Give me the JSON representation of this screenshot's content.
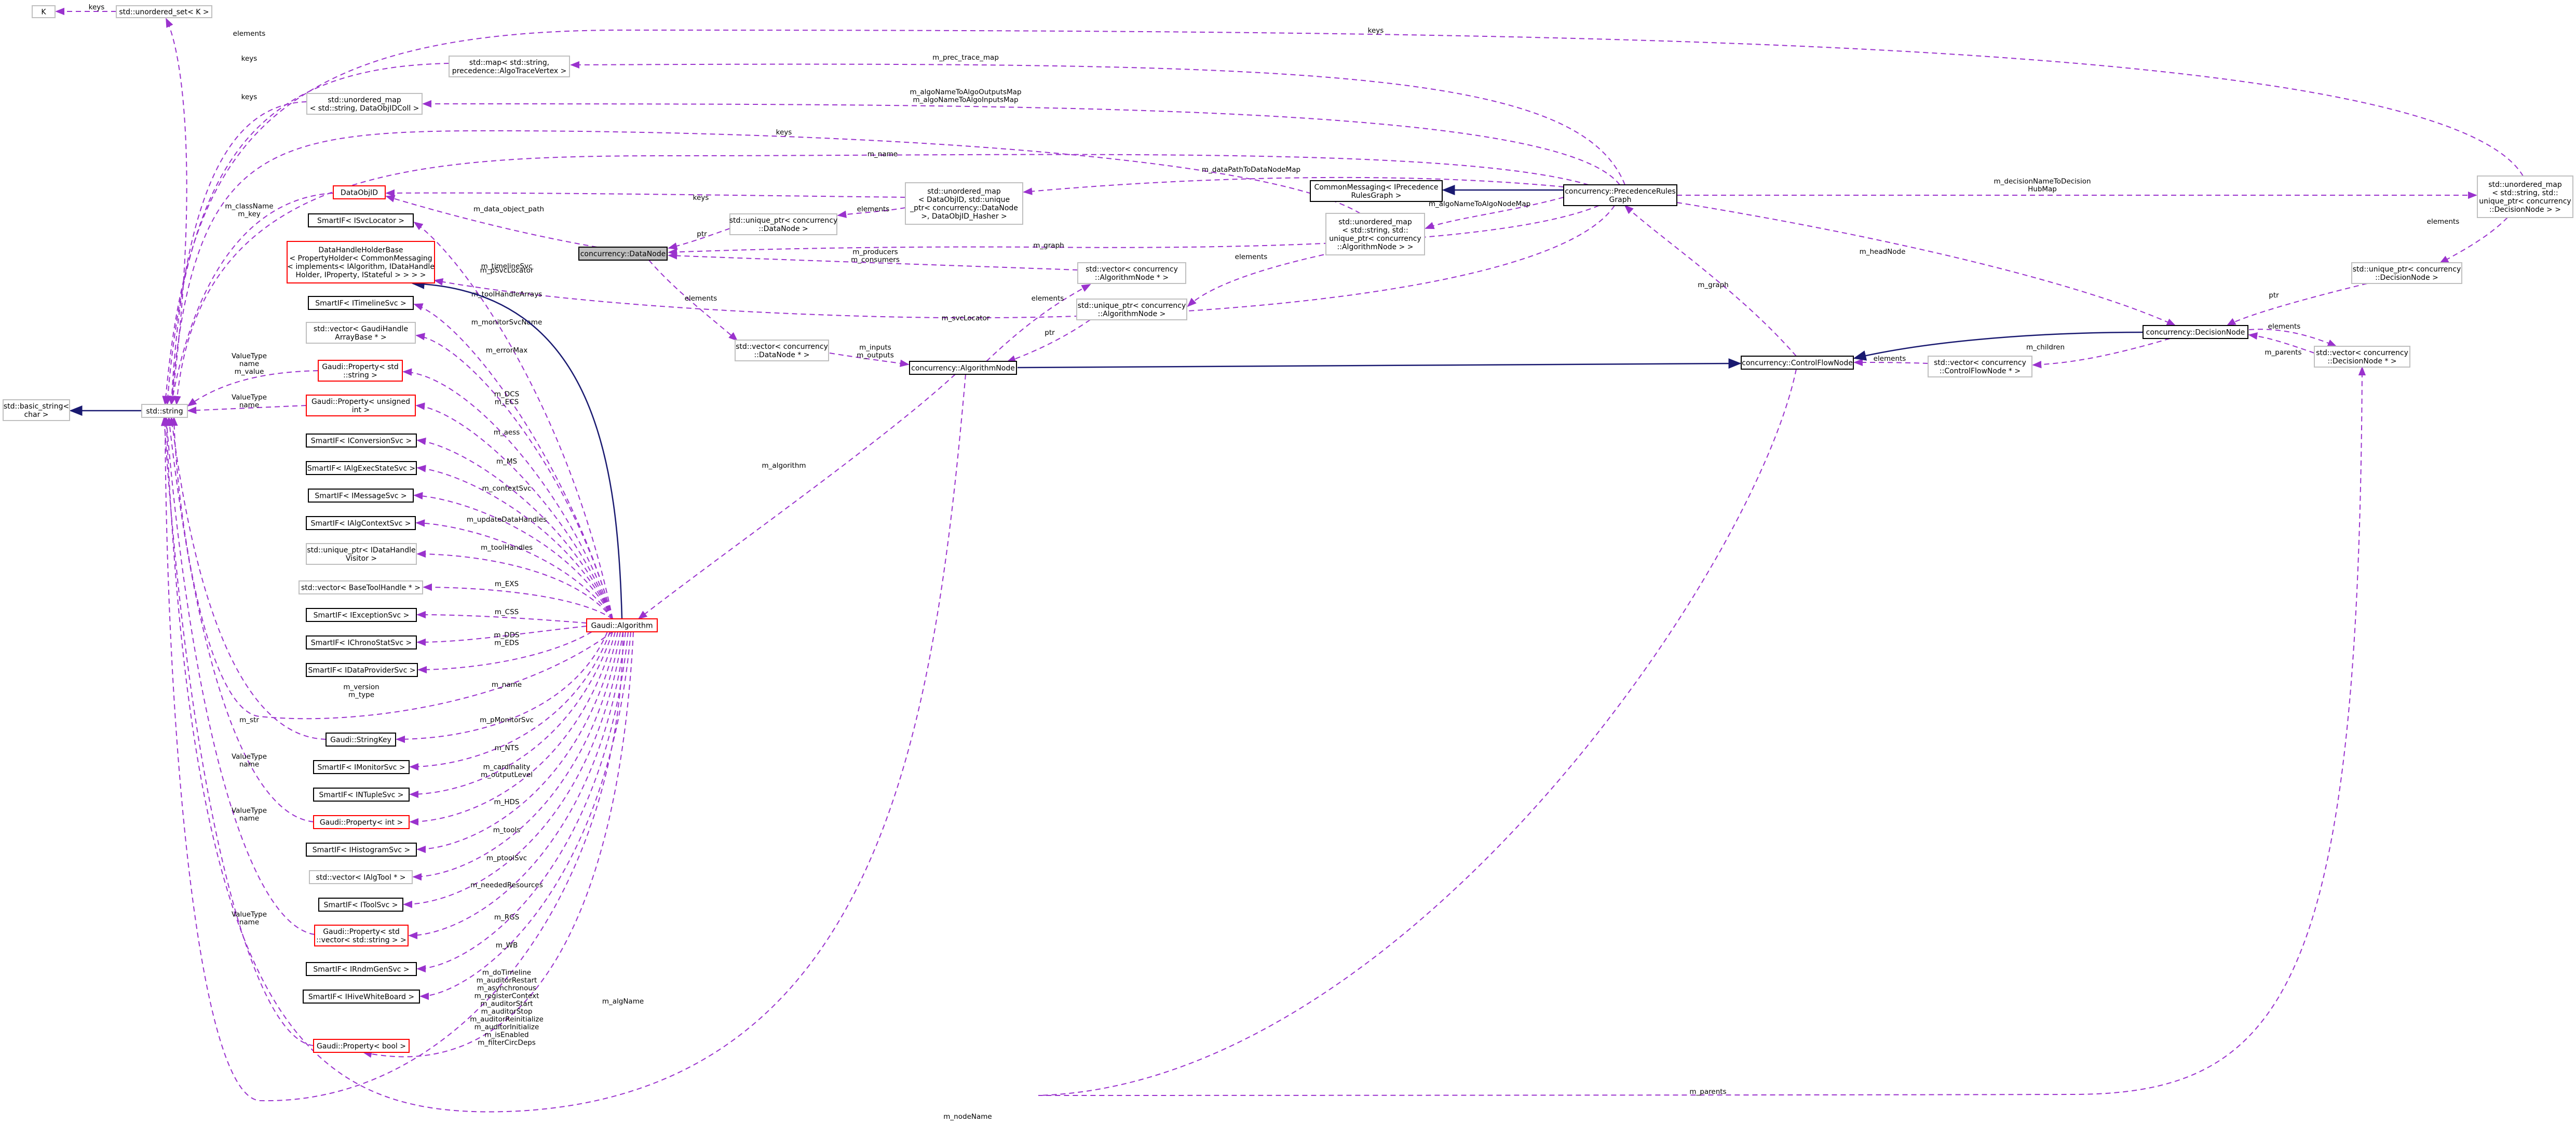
{
  "diagram": {
    "colors": {
      "usage_edge": "#9a32cd",
      "inheritance_edge": "#191970",
      "node_border_black": "#000000",
      "node_border_gray": "#bfbfbf",
      "node_border_red": "#ff0000",
      "focus_fill": "#bfbfbf"
    },
    "nodes": {
      "K": [
        "K"
      ],
      "unordered_set": [
        "std::unordered_set< K >"
      ],
      "map_precedence": [
        "std::map< std::string,",
        "precedence::AlgoTraceVertex >"
      ],
      "unordered_map_dataobj": [
        "std::unordered_map",
        "< std::string, DataObjIDColl >"
      ],
      "dataobjid": [
        "DataObjID"
      ],
      "smartif_isvclocator": [
        "SmartIF< ISvcLocator >"
      ],
      "datahandle_holder": [
        "DataHandleHolderBase",
        "< PropertyHolder< CommonMessaging",
        "< implements< IAlgorithm, IDataHandle",
        "Holder, IProperty, IStateful > > > >"
      ],
      "smartif_itimelinesvc": [
        "SmartIF< ITimelineSvc >"
      ],
      "vector_gaudihandle": [
        "std::vector< GaudiHandle",
        "ArrayBase * >"
      ],
      "property_string": [
        "Gaudi::Property< std",
        "::string >"
      ],
      "property_unsigned": [
        "Gaudi::Property< unsigned",
        "int >"
      ],
      "basic_string": [
        "std::basic_string<",
        "char >"
      ],
      "std_string": [
        "std::string"
      ],
      "smartif_iconversion": [
        "SmartIF< IConversionSvc >"
      ],
      "smartif_ialgexec": [
        "SmartIF< IAlgExecStateSvc >"
      ],
      "smartif_imessage": [
        "SmartIF< IMessageSvc >"
      ],
      "smartif_ialgcontext": [
        "SmartIF< IAlgContextSvc >"
      ],
      "unique_ptr_idatahandle": [
        "std::unique_ptr< IDataHandle",
        "Visitor >"
      ],
      "vector_basetoolhandle": [
        "std::vector< BaseToolHandle * >"
      ],
      "smartif_iexception": [
        "SmartIF< IExceptionSvc >"
      ],
      "smartif_ichrono": [
        "SmartIF< IChronoStatSvc >"
      ],
      "smartif_idataprovider": [
        "SmartIF< IDataProviderSvc >"
      ],
      "gaudi_stringkey": [
        "Gaudi::StringKey"
      ],
      "smartif_imonitor": [
        "SmartIF< IMonitorSvc >"
      ],
      "smartif_intuple": [
        "SmartIF< INTupleSvc >"
      ],
      "property_int": [
        "Gaudi::Property< int >"
      ],
      "smartif_ihistogram": [
        "SmartIF< IHistogramSvc >"
      ],
      "vector_ialgtool": [
        "std::vector< IAlgTool * >"
      ],
      "smartif_itoolsvc": [
        "SmartIF< IToolSvc >"
      ],
      "property_vector_string": [
        "Gaudi::Property< std",
        "::vector< std::string > >"
      ],
      "smartif_irndmgen": [
        "SmartIF< IRndmGenSvc >"
      ],
      "smartif_ihivewhiteboard": [
        "SmartIF< IHiveWhiteBoard >"
      ],
      "property_bool": [
        "Gaudi::Property< bool >"
      ],
      "gaudi_algorithm": [
        "Gaudi::Algorithm"
      ],
      "datanode": [
        "concurrency::DataNode"
      ],
      "unique_ptr_datanode": [
        "std::unique_ptr< concurrency",
        "::DataNode >"
      ],
      "unordered_map_dataobjid": [
        "std::unordered_map",
        "< DataObjID, std::unique",
        "_ptr< concurrency::DataNode",
        ">, DataObjID_Hasher >"
      ],
      "vector_datanode_ptr": [
        "std::vector< concurrency",
        "::DataNode * >"
      ],
      "vector_algorithmnode_ptr": [
        "std::vector< concurrency",
        "::AlgorithmNode * >"
      ],
      "unique_ptr_algorithmnode": [
        "std::unique_ptr< concurrency",
        "::AlgorithmNode >"
      ],
      "algorithmnode": [
        "concurrency::AlgorithmNode"
      ],
      "unordered_map_algorithmnode": [
        "std::unordered_map",
        "< std::string, std::",
        "unique_ptr< concurrency",
        "::AlgorithmNode > >"
      ],
      "commonmessaging": [
        "CommonMessaging< IPrecedence",
        "RulesGraph >"
      ],
      "precedence_rules_graph": [
        "concurrency::PrecedenceRules",
        "Graph"
      ],
      "controlflownode": [
        "concurrency::ControlFlowNode"
      ],
      "vector_controlflownode_ptr": [
        "std::vector< concurrency",
        "::ControlFlowNode * >"
      ],
      "decisionnode": [
        "concurrency::DecisionNode"
      ],
      "unique_ptr_decisionnode": [
        "std::unique_ptr< concurrency",
        "::DecisionNode >"
      ],
      "vector_decisionnode_ptr": [
        "std::vector< concurrency",
        "::DecisionNode * >"
      ],
      "unordered_map_decisionnode": [
        "std::unordered_map",
        "< std::string, std::",
        "unique_ptr< concurrency",
        "::DecisionNode > >"
      ]
    },
    "edge_labels": {
      "keys_k": [
        "keys"
      ],
      "elements_set": [
        "elements"
      ],
      "keys_map": [
        "keys"
      ],
      "keys_umap": [
        "keys"
      ],
      "keys_top": [
        "keys"
      ],
      "keys_mid": [
        "keys"
      ],
      "prec_trace_map": [
        "m_prec_trace_map"
      ],
      "algo_outputs_map": [
        "m_algoNameToAlgoOutputsMap",
        "m_algoNameToAlgoInputsMap"
      ],
      "m_name_top": [
        "m_name"
      ],
      "data_path_map": [
        "m_dataPathToDataNodeMap"
      ],
      "keys_dataobjid": [
        "keys"
      ],
      "elements_dnmap": [
        "elements"
      ],
      "ptr_datanode": [
        "ptr"
      ],
      "data_object_path": [
        "m_data_object_path"
      ],
      "producers": [
        "m_producers",
        "m_consumers"
      ],
      "m_graph_dn": [
        "m_graph"
      ],
      "elements_dnvec": [
        "elements"
      ],
      "elements_algvec": [
        "elements"
      ],
      "ptr_algo": [
        "ptr"
      ],
      "elements_algmap": [
        "elements"
      ],
      "algo_type_node_map": [
        "m_algoNameToAlgoNodeMap"
      ],
      "inputs_outputs": [
        "m_inputs",
        "m_outputs"
      ],
      "svc_locator": [
        "m_svcLocator"
      ],
      "m_graph_cf": [
        "m_graph"
      ],
      "head_node": [
        "m_headNode"
      ],
      "decision_hub_map": [
        "m_decisionNameToDecision",
        "HubMap"
      ],
      "elements_decmap": [
        "elements"
      ],
      "ptr_decision": [
        "ptr"
      ],
      "elements_decvec": [
        "elements"
      ],
      "m_parents_dec": [
        "m_parents"
      ],
      "m_children": [
        "m_children"
      ],
      "elements_cfvec": [
        "elements"
      ],
      "m_algorithm": [
        "m_algorithm"
      ],
      "m_parents_bottom": [
        "m_parents"
      ],
      "m_nodename": [
        "m_nodeName"
      ],
      "classname_key": [
        "m_className",
        "m_key"
      ],
      "valuetype_1": [
        "ValueType",
        "name",
        "m_value"
      ],
      "valuetype_2": [
        "ValueType",
        "name"
      ],
      "m_str": [
        "m_str"
      ],
      "valuetype_3": [
        "ValueType",
        "name"
      ],
      "valuetype_4": [
        "ValueType",
        "name"
      ],
      "valuetype_5": [
        "ValueType",
        "name"
      ],
      "m_version_type": [
        "m_version",
        "m_type"
      ],
      "m_algname": [
        "m_algName"
      ],
      "m_psvclocator": [
        "m_pSvcLocator"
      ],
      "m_timelinesvc": [
        "m_timelineSvc"
      ],
      "m_toolhandlearrays": [
        "m_toolHandleArrays"
      ],
      "m_monitorsvcname": [
        "m_monitorSvcName"
      ],
      "m_errormax": [
        "m_errorMax"
      ],
      "m_dcs": [
        "m_DCS",
        "m_ECS"
      ],
      "m_aess": [
        "m_aess"
      ],
      "m_ms": [
        "m_MS"
      ],
      "m_contextsvc": [
        "m_contextSvc"
      ],
      "m_updatedatahandles": [
        "m_updateDataHandles"
      ],
      "m_toolhandles": [
        "m_toolHandles"
      ],
      "m_exs": [
        "m_EXS"
      ],
      "m_css": [
        "m_CSS"
      ],
      "m_dds": [
        "m_DDS",
        "m_EDS"
      ],
      "m_name_alg": [
        "m_name"
      ],
      "m_pmonitorsvc": [
        "m_pMonitorSvc"
      ],
      "m_nts": [
        "m_NTS"
      ],
      "m_cardinality": [
        "m_cardinality",
        "m_outputLevel"
      ],
      "m_hds": [
        "m_HDS"
      ],
      "m_tools": [
        "m_tools"
      ],
      "m_ptoolsvc": [
        "m_ptoolSvc"
      ],
      "m_neededresources": [
        "m_neededResources"
      ],
      "m_rgs": [
        "m_RGS"
      ],
      "m_wb": [
        "m_WB"
      ],
      "m_bool_block": [
        "m_doTimeline",
        "m_auditorRestart",
        "m_asynchronous",
        "m_registerContext",
        "m_auditorStart",
        "m_auditorStop",
        "m_auditorReinitialize",
        "m_auditorInitialize",
        "m_isEnabled",
        "m_filterCircDeps"
      ]
    }
  }
}
